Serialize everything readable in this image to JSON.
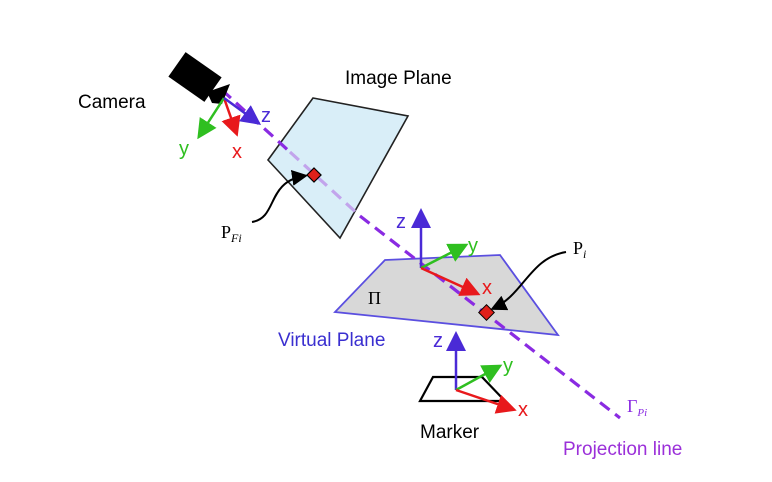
{
  "labels": {
    "camera": "Camera",
    "image_plane": "Image Plane",
    "virtual_plane": "Virtual Plane",
    "marker": "Marker",
    "projection_line": "Projection line",
    "pi_symbol": "Π",
    "p_fi_main": "P",
    "p_fi_sub": "Fi",
    "p_i_main": "P",
    "p_i_sub": "i",
    "gamma_main": "Γ",
    "gamma_sub": "Pi"
  },
  "axes": {
    "camera": {
      "x": "x",
      "y": "y",
      "z": "z"
    },
    "virtual": {
      "x": "x",
      "y": "y",
      "z": "z"
    },
    "marker": {
      "x": "x",
      "y": "y",
      "z": "z"
    }
  },
  "colors": {
    "axis_x": "#e8191c",
    "axis_y": "#2fbf20",
    "axis_z": "#4a2ad6",
    "projection_line": "#8a2be2",
    "image_plane_fill": "#d9eef8",
    "virtual_plane_fill": "#d8d8d8",
    "virtual_plane_stroke": "#5b4fe0",
    "point_fill": "#e0201a",
    "virtual_plane_label": "#3a2fd0",
    "projection_label": "#9b30d9"
  },
  "icons": {
    "camera": "camera-icon",
    "marker": "marker-icon"
  }
}
